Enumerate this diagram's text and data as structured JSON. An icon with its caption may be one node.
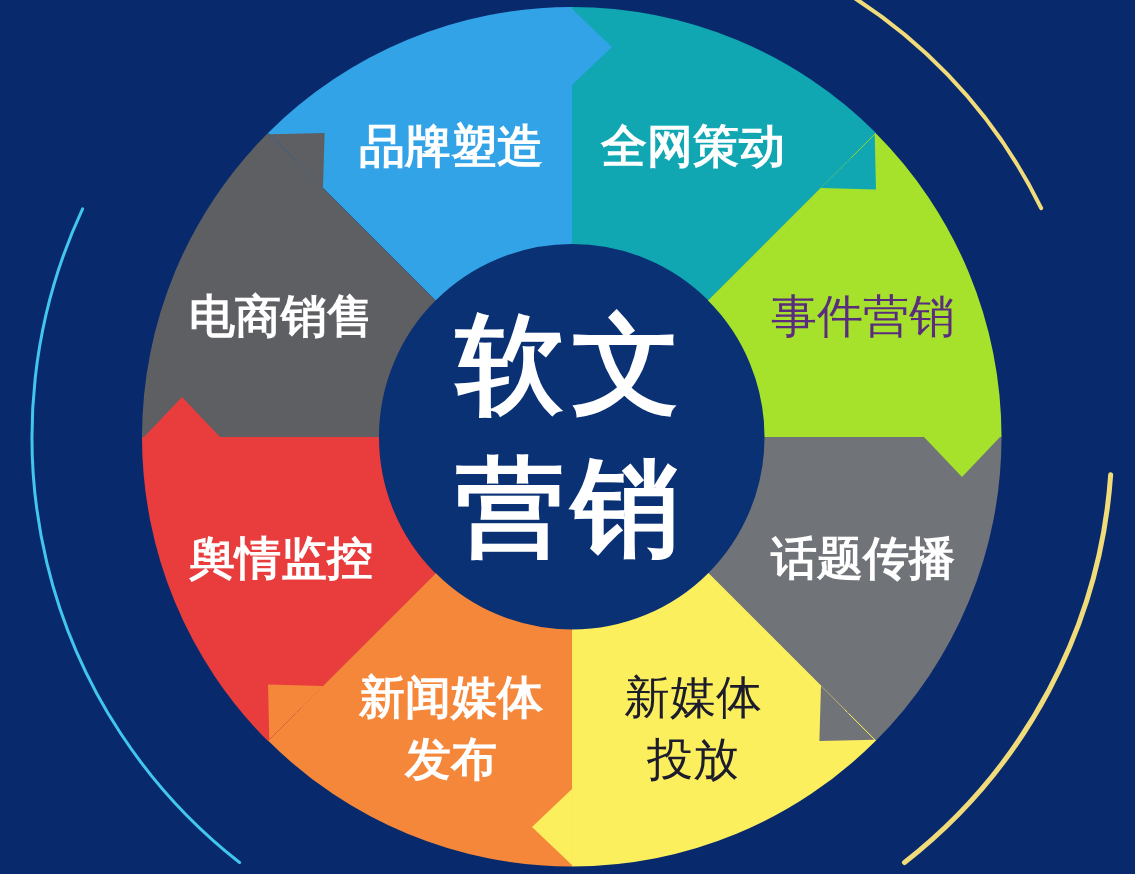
{
  "diagram": {
    "nodes": [
      {
        "text": [
          "软文营销"
        ]
      },
      {
        "text": [
          "品牌塑造"
        ]
      },
      {
        "text": [
          "全网策动"
        ]
      },
      {
        "text": [
          "事件营销"
        ]
      },
      {
        "text": [
          "话题传播"
        ]
      },
      {
        "text": [
          "新媒体投放"
        ]
      },
      {
        "text": [
          "新闻媒体发布"
        ]
      },
      {
        "text": [
          "舆情监控"
        ]
      },
      {
        "text": [
          "电商销售"
        ]
      }
    ],
    "edges": [
      {
        "from": 1,
        "to": 2,
        "arrow": "to",
        "color": "#33a3e8"
      },
      {
        "from": 2,
        "to": 3,
        "arrow": "to",
        "color": "#10a6b2"
      },
      {
        "from": 3,
        "to": 4,
        "arrow": "to",
        "color": "#a6e22c"
      },
      {
        "from": 4,
        "to": 5,
        "arrow": "to",
        "color": "#707378"
      },
      {
        "from": 5,
        "to": 6,
        "arrow": "to",
        "color": "#fcef5e"
      },
      {
        "from": 6,
        "to": 7,
        "arrow": "to",
        "color": "#f5873a"
      },
      {
        "from": 7,
        "to": 8,
        "arrow": "to",
        "color": "#e93c3c"
      },
      {
        "from": 8,
        "to": 1,
        "arrow": "to",
        "color": "#5e5f63"
      }
    ]
  }
}
